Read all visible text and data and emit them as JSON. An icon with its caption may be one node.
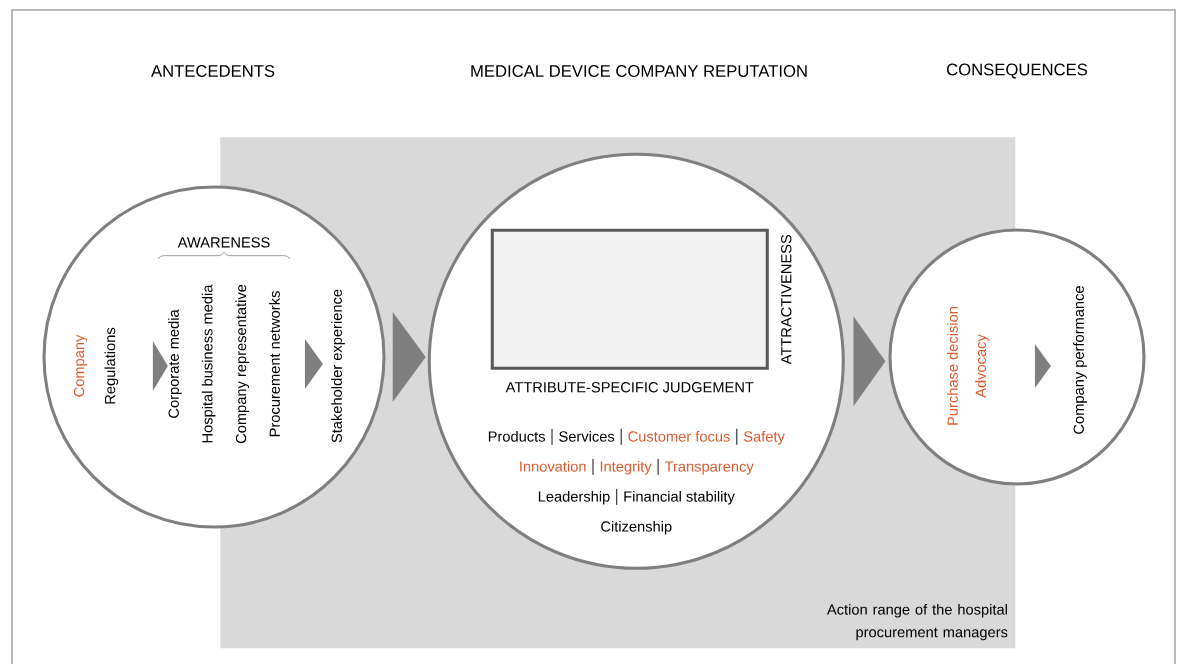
{
  "diagram": {
    "nodes": [
      {
        "text": [
          "Action range of the hospital procurement managers"
        ]
      },
      {
        "text": [],
        "shape": "circle"
      },
      {
        "text": [
          "Company",
          "Regulations"
        ],
        "in": 1
      },
      {
        "text": [
          "AWARENESS",
          "Corporate media",
          "Hospital business media",
          "Company representative",
          "Procurement networks"
        ],
        "in": 1
      },
      {
        "text": [
          "Stakeholder experience"
        ]
      },
      {
        "text": [
          "Products",
          "Services",
          "Customer focus",
          "Safety",
          "Innovation",
          "Integrity",
          "Transparency",
          "Leadership",
          "Financial stability",
          "Citizenship"
        ],
        "in": 0
      },
      {
        "text": [],
        "shape": "box",
        "beside": [
          "ATTRIBUTE-SPECIFIC JUDGEMENT",
          "ATTRACTIVENESS"
        ],
        "in": 5
      },
      {
        "text": [],
        "shape": "circle"
      },
      {
        "text": [
          "Purchase decision",
          "Advocacy"
        ]
      },
      {
        "text": [
          "Company performance"
        ],
        "in": 7
      }
    ],
    "edges": [
      {
        "from": 2,
        "to": 3,
        "arrow": "to"
      },
      {
        "from": 3,
        "to": 4,
        "arrow": "to"
      },
      {
        "from": 1,
        "to": 5,
        "arrow": "to"
      },
      {
        "from": 5,
        "to": 7,
        "arrow": "to"
      },
      {
        "from": 8,
        "to": 9,
        "arrow": "to"
      }
    ],
    "labels": [
      "ANTECEDENTS",
      "MEDICAL DEVICE COMPANY REPUTATION",
      "CONSEQUENCES"
    ]
  }
}
